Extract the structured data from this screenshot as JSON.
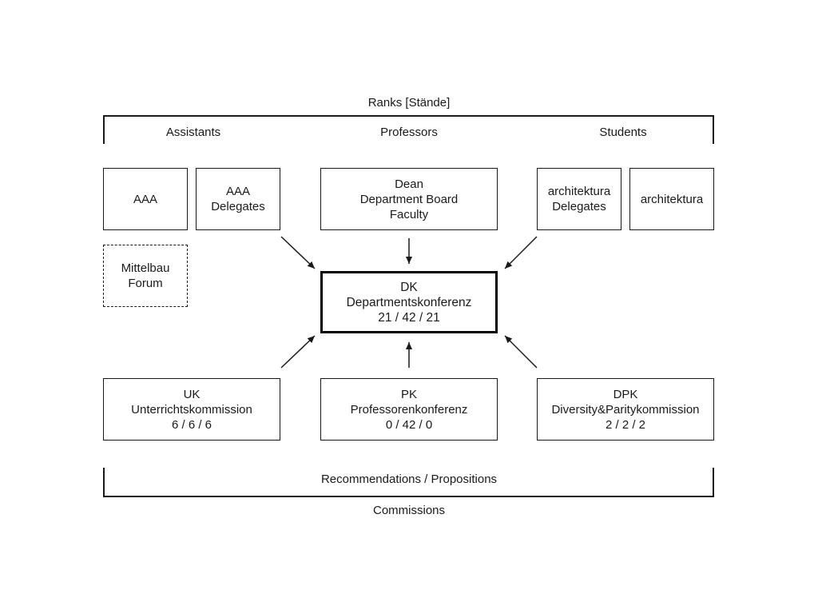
{
  "ranks": {
    "title": "Ranks [Stände]",
    "assistants": "Assistants",
    "professors": "Professors",
    "students": "Students"
  },
  "top_boxes": {
    "aaa": [
      "AAA"
    ],
    "aaa_delegates": [
      "AAA",
      "Delegates"
    ],
    "dean": [
      "Dean",
      "Department Board",
      "Faculty"
    ],
    "architektura_delegates": [
      "architektura",
      "Delegates"
    ],
    "architektura": [
      "architektura"
    ],
    "mittelbau_forum": [
      "Mittelbau",
      "Forum"
    ]
  },
  "center_box": [
    "DK",
    "Departmentskonferenz",
    "21 / 42 / 21"
  ],
  "commission_boxes": {
    "uk": [
      "UK",
      "Unterrichtskommission",
      "6 / 6 / 6"
    ],
    "pk": [
      "PK",
      "Professorenkonferenz",
      "0 / 42 / 0"
    ],
    "dpk": [
      "DPK",
      "Diversity&Paritykommission",
      "2 / 2 / 2"
    ]
  },
  "bottom": {
    "recommendations": "Recommendations / Propositions",
    "commissions": "Commissions"
  }
}
